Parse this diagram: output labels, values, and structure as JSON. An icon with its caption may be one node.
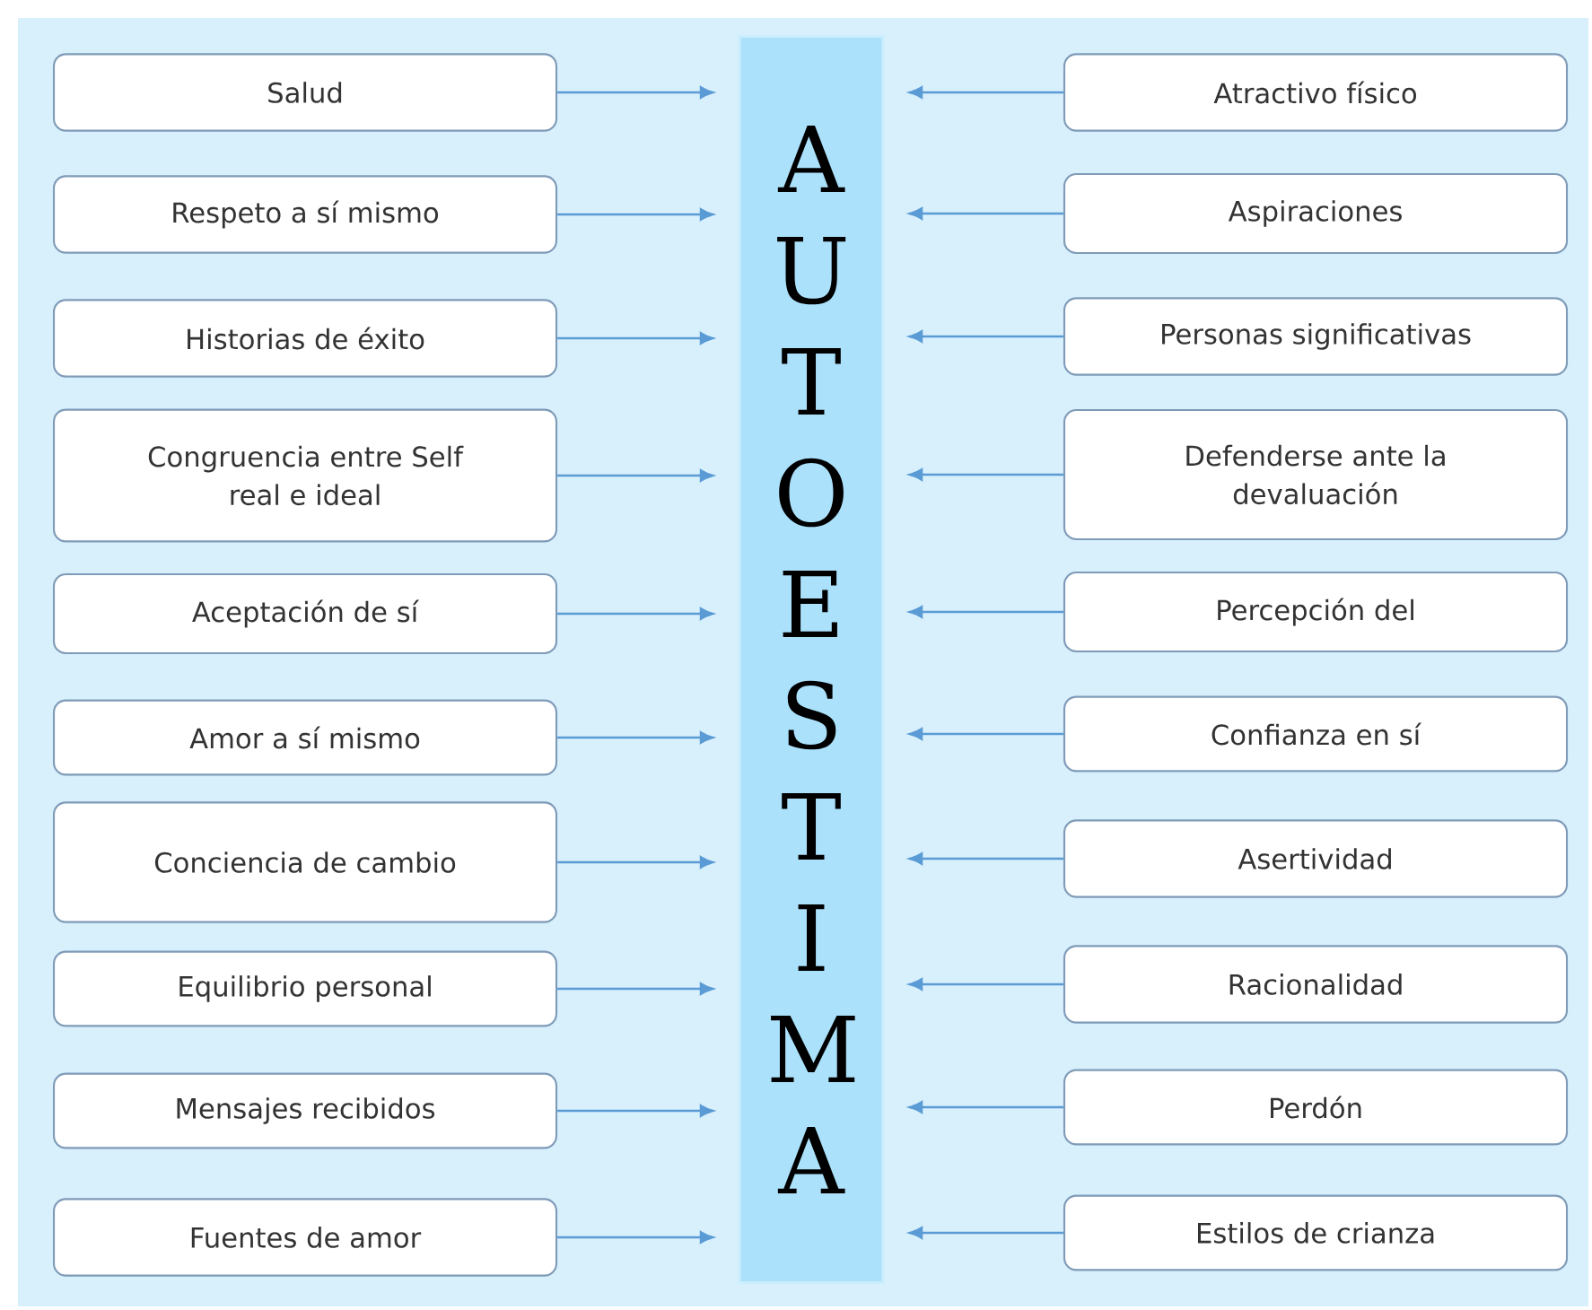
{
  "diagram": {
    "nodes": [
      {
        "text": [
          "AUTOESTIMA"
        ]
      },
      {
        "text": [
          "Salud"
        ]
      },
      {
        "text": [
          "Respeto a sí mismo"
        ]
      },
      {
        "text": [
          "Historias de éxito"
        ]
      },
      {
        "text": [
          "Congruencia entre Self real e ideal"
        ]
      },
      {
        "text": [
          "Aceptación de sí"
        ]
      },
      {
        "text": [
          "Amor a sí mismo"
        ]
      },
      {
        "text": [
          "Conciencia de cambio"
        ]
      },
      {
        "text": [
          "Equilibrio personal"
        ]
      },
      {
        "text": [
          "Mensajes recibidos"
        ]
      },
      {
        "text": [
          "Fuentes de amor"
        ]
      },
      {
        "text": [
          "Atractivo físico"
        ]
      },
      {
        "text": [
          "Aspiraciones"
        ]
      },
      {
        "text": [
          "Personas significativas"
        ]
      },
      {
        "text": [
          "Defenderse ante la devaluación"
        ]
      },
      {
        "text": [
          "Percepción del"
        ]
      },
      {
        "text": [
          "Confianza en sí"
        ]
      },
      {
        "text": [
          "Asertividad"
        ]
      },
      {
        "text": [
          "Racionalidad"
        ]
      },
      {
        "text": [
          "Perdón"
        ]
      },
      {
        "text": [
          "Estilos de crianza"
        ]
      }
    ],
    "edges": [
      {
        "from": 1,
        "to": 0,
        "arrow": "to"
      },
      {
        "from": 2,
        "to": 0,
        "arrow": "to"
      },
      {
        "from": 3,
        "to": 0,
        "arrow": "to"
      },
      {
        "from": 4,
        "to": 0,
        "arrow": "to"
      },
      {
        "from": 5,
        "to": 0,
        "arrow": "to"
      },
      {
        "from": 6,
        "to": 0,
        "arrow": "to"
      },
      {
        "from": 7,
        "to": 0,
        "arrow": "to"
      },
      {
        "from": 8,
        "to": 0,
        "arrow": "to"
      },
      {
        "from": 9,
        "to": 0,
        "arrow": "to"
      },
      {
        "from": 10,
        "to": 0,
        "arrow": "to"
      },
      {
        "from": 11,
        "to": 0,
        "arrow": "to"
      },
      {
        "from": 12,
        "to": 0,
        "arrow": "to"
      },
      {
        "from": 13,
        "to": 0,
        "arrow": "to"
      },
      {
        "from": 14,
        "to": 0,
        "arrow": "to"
      },
      {
        "from": 15,
        "to": 0,
        "arrow": "to"
      },
      {
        "from": 16,
        "to": 0,
        "arrow": "to"
      },
      {
        "from": 17,
        "to": 0,
        "arrow": "to"
      },
      {
        "from": 18,
        "to": 0,
        "arrow": "to"
      },
      {
        "from": 19,
        "to": 0,
        "arrow": "to"
      },
      {
        "from": 20,
        "to": 0,
        "arrow": "to"
      }
    ]
  }
}
